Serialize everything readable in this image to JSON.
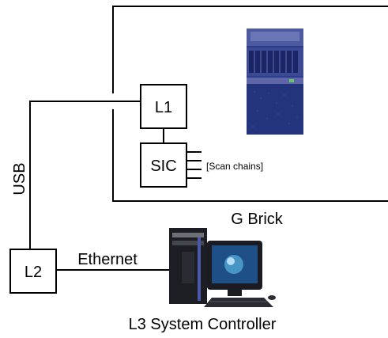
{
  "nodes": {
    "l1": "L1",
    "sic": "SIC",
    "l2": "L2"
  },
  "labels": {
    "scan_chains": "[Scan chains]",
    "usb": "USB",
    "ethernet": "Ethernet",
    "brick": "G Brick",
    "controller": "L3 System Controller"
  },
  "colors": {
    "line": "#000000",
    "server_blue": "#2b3d8c",
    "pc_dark": "#1d1d24",
    "monitor_screen": "#1e4f86"
  },
  "icons": {
    "server": "server-icon",
    "computer": "desktop-computer-icon"
  }
}
